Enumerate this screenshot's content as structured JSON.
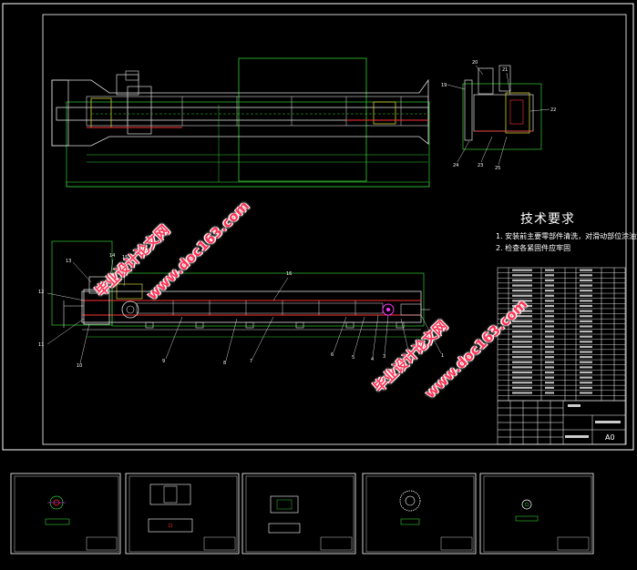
{
  "drawing": {
    "technical_requirements": {
      "title": "技术要求",
      "items": [
        "1. 安装前主要零部件清洗，对滑动部位涂油润滑",
        "2. 检查各紧固件应牢固"
      ]
    },
    "sheet_size": "A0",
    "part_labels": [
      "1",
      "2",
      "3",
      "4",
      "5",
      "6",
      "7",
      "8",
      "9",
      "10",
      "11",
      "12",
      "13",
      "14",
      "15",
      "16"
    ],
    "side_view_labels": [
      "19",
      "20",
      "21",
      "22",
      "23",
      "24",
      "25"
    ]
  },
  "watermarks": [
    "毕业设计论文网",
    "www.doc163.com",
    "毕业设计论文网",
    "www.doc163.com"
  ],
  "colors": {
    "background": "#000000",
    "frame": "#ffffff",
    "outline": "#33cc33",
    "detail": "#ff3333",
    "hidden": "#cccc33",
    "accent": "#ff33ff",
    "watermark": "#ff3355"
  }
}
